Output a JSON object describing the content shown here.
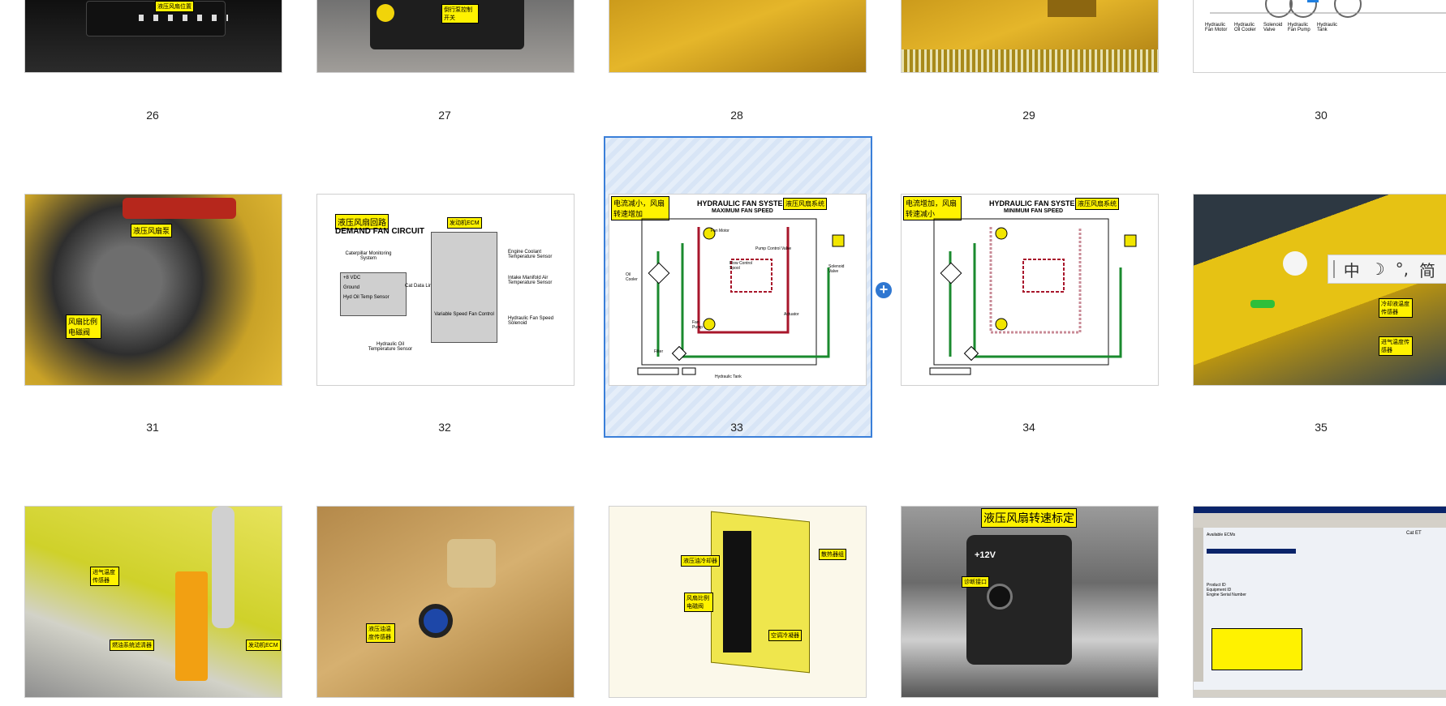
{
  "thumbnails": {
    "row1": [
      {
        "number": "26"
      },
      {
        "number": "27"
      },
      {
        "number": "28"
      },
      {
        "number": "29"
      },
      {
        "number": "30"
      }
    ],
    "row2": [
      {
        "number": "31"
      },
      {
        "number": "32"
      },
      {
        "number": "33",
        "selected": true
      },
      {
        "number": "34"
      },
      {
        "number": "35"
      }
    ]
  },
  "slide27": {
    "label": "倒行泵控制开关"
  },
  "slide26": {
    "label": "液压风扇位置"
  },
  "slide30": {
    "labels": [
      "Hydraulic Fan Motor",
      "Hydraulic Oil Cooler",
      "Solenoid Valve",
      "Hydraulic Fan Pump",
      "Hydraulic Tank"
    ]
  },
  "slide31": {
    "labels": [
      "液压风扇泵",
      "风扇比例电磁阀"
    ]
  },
  "slide32": {
    "title_cn": "液压风扇回路",
    "title_en": "DEMAND FAN CIRCUIT",
    "labels": [
      "发动机ECM",
      "Caterpillar Monitoring System",
      "+8 VDC",
      "Ground",
      "Hyd Oil Temp Sensor",
      "Cat Data Link",
      "Variable Speed Fan Control",
      "Engine Coolant Temperature Sensor",
      "Intake Manifold Air Temperature Sensor",
      "Hydraulic Fan Speed Solenoid",
      "Hydraulic Oil Temperature Sensor"
    ]
  },
  "slide33": {
    "title": "HYDRAULIC FAN SYSTEM",
    "title_cn": "液压风扇系统",
    "subtitle": "MAXIMUM FAN SPEED",
    "note": "电流减小，风扇转速增加",
    "labels": [
      "Fan Motor",
      "Pump Control Valve",
      "Flow Control Spool",
      "Solenoid Valve",
      "Oil Cooler",
      "Fan Pump",
      "Actuator",
      "Filter",
      "Hydraulic Tank"
    ]
  },
  "slide34": {
    "title": "HYDRAULIC FAN SYSTEM",
    "title_cn": "液压风扇系统",
    "subtitle": "MINIMUM FAN SPEED",
    "note": "电流增加，风扇转速减小"
  },
  "slide35": {
    "labels": [
      "冷却液温度传感器",
      "进气温度传感器"
    ]
  },
  "row3": [
    {
      "labels": [
        "进气温度传感器",
        "燃油系统滤清器",
        "发动机ECM"
      ]
    },
    {
      "labels": [
        "液压油温度传感器"
      ]
    },
    {
      "labels": [
        "液压油冷却器",
        "风扇比例电磁阀",
        "空调冷凝器",
        "散热器组"
      ]
    },
    {
      "title": "液压风扇转速标定",
      "labels": [
        "+12V",
        "诊断接口"
      ]
    },
    {
      "labels": [
        "Cat ET",
        "Available ECMs",
        "Product ID",
        "Equipment ID",
        "Engine Serial Number"
      ]
    }
  ],
  "ime": {
    "items": [
      "中",
      "☽",
      "°,",
      "简"
    ]
  },
  "colors": {
    "selection_border": "#3a7fd9",
    "selection_fill": "#e5eef9",
    "label_yellow": "#fff200"
  }
}
